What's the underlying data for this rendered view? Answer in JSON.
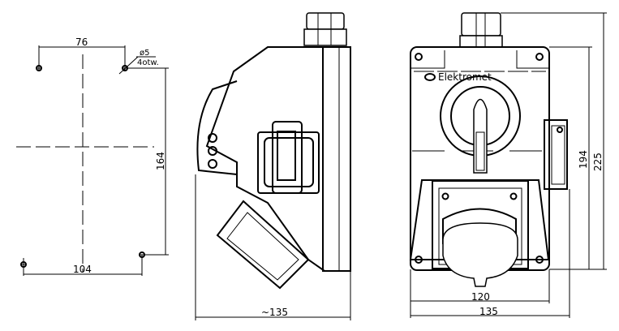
{
  "mounting_view": {
    "dim_top": "76",
    "dim_bottom": "104",
    "dim_height": "164",
    "hole_diameter": "ø5",
    "hole_count": "4otw."
  },
  "side_view": {
    "dim_width": "~135"
  },
  "front_view": {
    "brand": "Elektromet",
    "dim_inner_width": "120",
    "dim_width": "135",
    "dim_body_height": "194",
    "dim_total_height": "225"
  }
}
